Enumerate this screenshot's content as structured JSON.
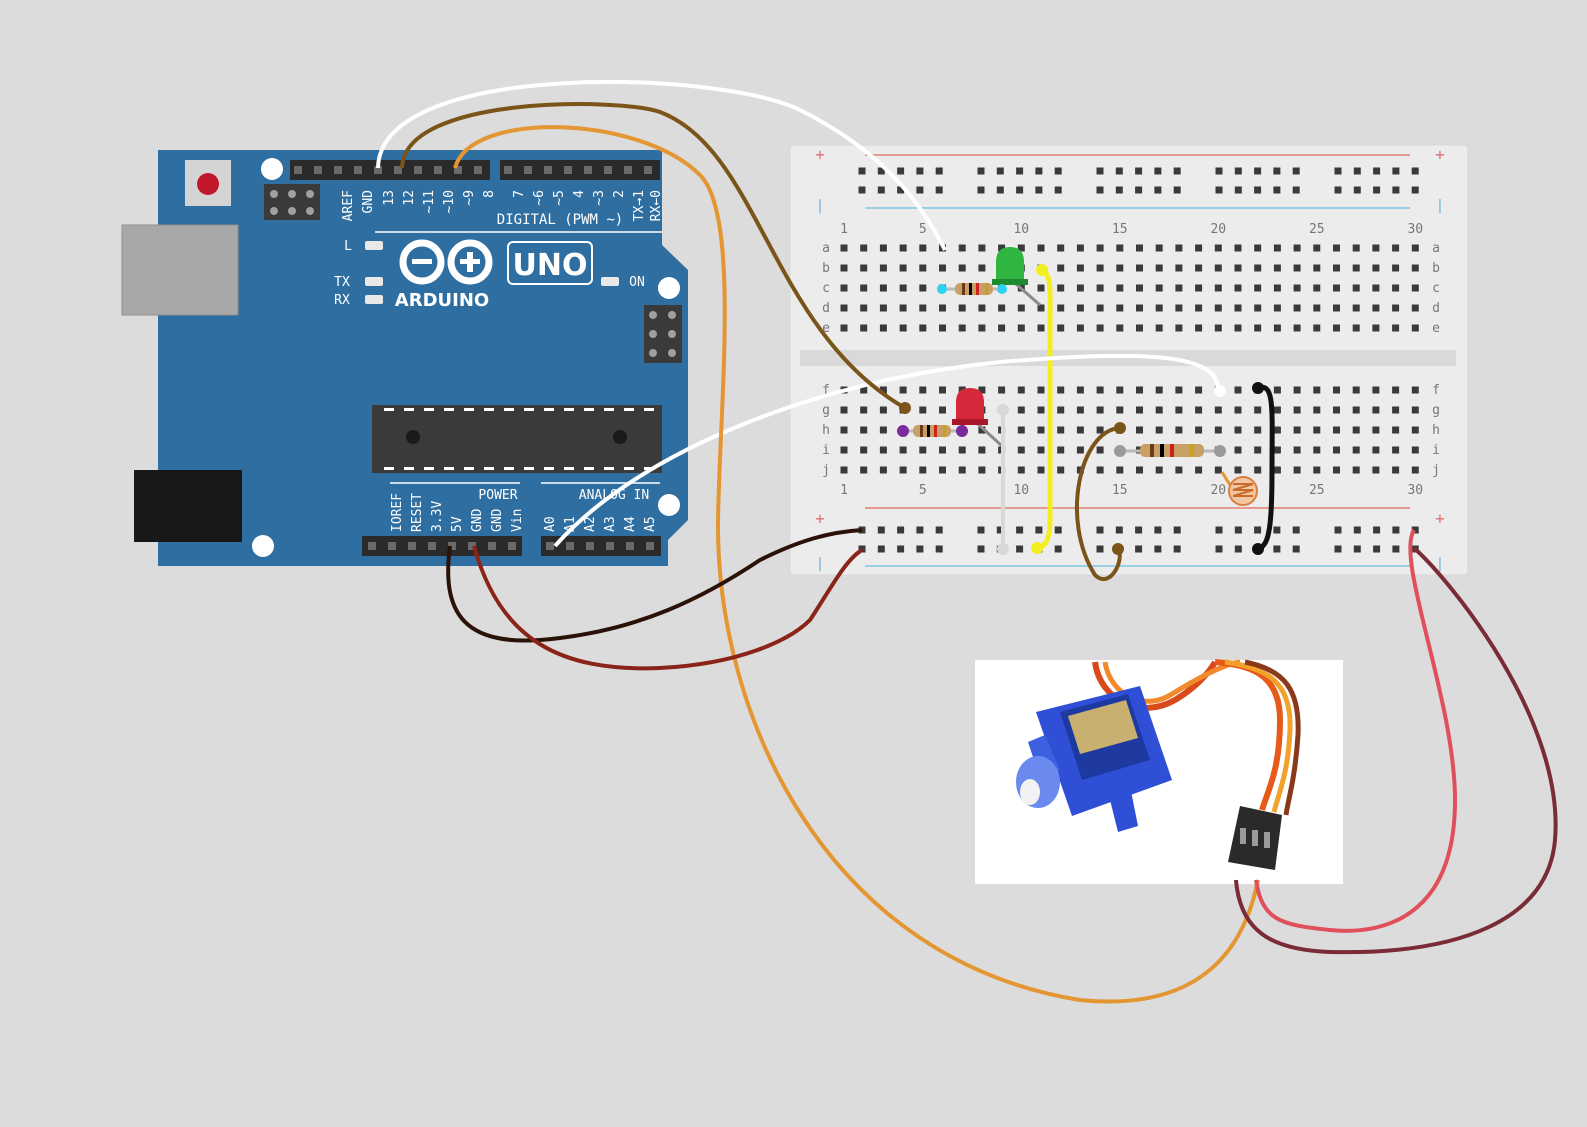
{
  "board": {
    "brand": "ARDUINO",
    "model": "UNO",
    "digital_header_label": "DIGITAL (PWM ~)",
    "power_header_label": "POWER",
    "analog_header_label": "ANALOG IN",
    "digital_pins": [
      "AREF",
      "GND",
      "13",
      "12",
      "~11",
      "~10",
      "~9",
      "8",
      "7",
      "~6",
      "~5",
      "4",
      "~3",
      "2",
      "TX→1",
      "RX←0"
    ],
    "power_pins": [
      "IOREF",
      "RESET",
      "3.3V",
      "5V",
      "GND",
      "GND",
      "Vin"
    ],
    "analog_pins": [
      "A0",
      "A1",
      "A2",
      "A3",
      "A4",
      "A5"
    ],
    "led_labels": {
      "l": "L",
      "tx": "TX",
      "rx": "RX",
      "on": "ON"
    }
  },
  "breadboard": {
    "column_numbers": [
      "1",
      "5",
      "10",
      "15",
      "20",
      "25",
      "30"
    ],
    "top_rows": [
      "a",
      "b",
      "c",
      "d",
      "e"
    ],
    "bottom_rows": [
      "f",
      "g",
      "h",
      "i",
      "j"
    ],
    "rail_plus": "+",
    "rail_minus": "|"
  },
  "colors": {
    "board_blue": "#2f6ea0",
    "wire_white": "#ffffff",
    "wire_brown": "#7a5418",
    "wire_orange": "#e39632",
    "wire_yellow": "#f2ef1e",
    "wire_black": "#111111",
    "wire_dark_brown": "#2a1208",
    "wire_dark_red": "#8a2418",
    "wire_red": "#e0505a",
    "wire_maroon": "#7a2c36",
    "wire_gray": "#cfcfcf",
    "led_green": "#2fb540",
    "led_red": "#d6283a"
  }
}
